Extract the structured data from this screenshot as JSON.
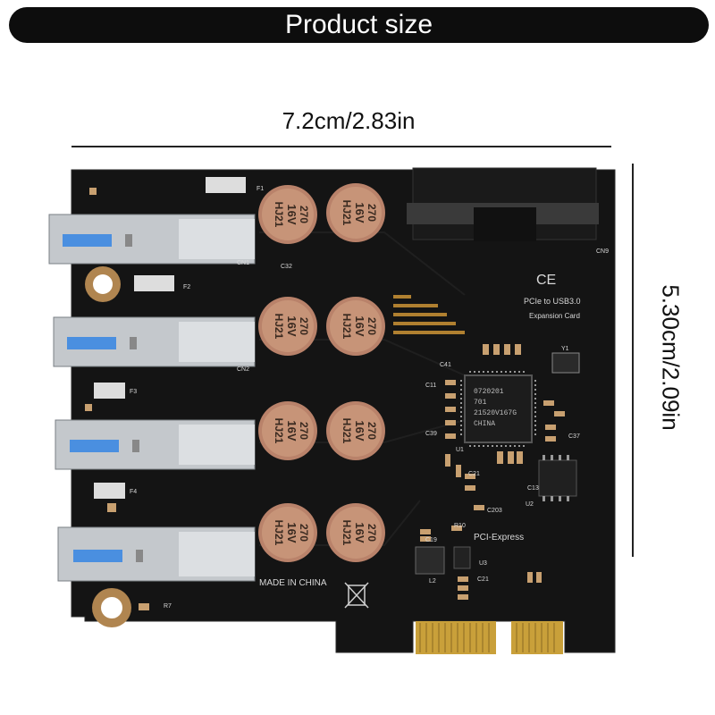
{
  "banner": {
    "title": "Product size"
  },
  "dimensions": {
    "width_label": "7.2cm/2.83in",
    "height_label": "5.30cm/2.09in"
  },
  "board": {
    "pcb_color": "#141414",
    "gold_color": "#c9a03a",
    "cap_color": "#b9826a",
    "silkscreen": {
      "ce_mark": "CE",
      "brand_line1": "PCIe to USB3.0",
      "brand_line2": "Expansion Card",
      "interface": "PCI-Express",
      "made_in": "MADE IN CHINA",
      "chip_line1": "0720201",
      "chip_line2": "701",
      "chip_line3": "21520V167G",
      "chip_line4": "CHINA",
      "cap_marking_1": "HJ21",
      "cap_marking_2": "16V",
      "cap_marking_3": "270"
    },
    "designators": [
      "F1",
      "F2",
      "F3",
      "F4",
      "CN1",
      "CN2",
      "CN9",
      "C32",
      "C41",
      "C11",
      "C39",
      "C21",
      "C203",
      "C19",
      "C21",
      "C13",
      "C37",
      "R10",
      "R7",
      "U1",
      "U2",
      "U3",
      "Y1",
      "L2"
    ]
  }
}
